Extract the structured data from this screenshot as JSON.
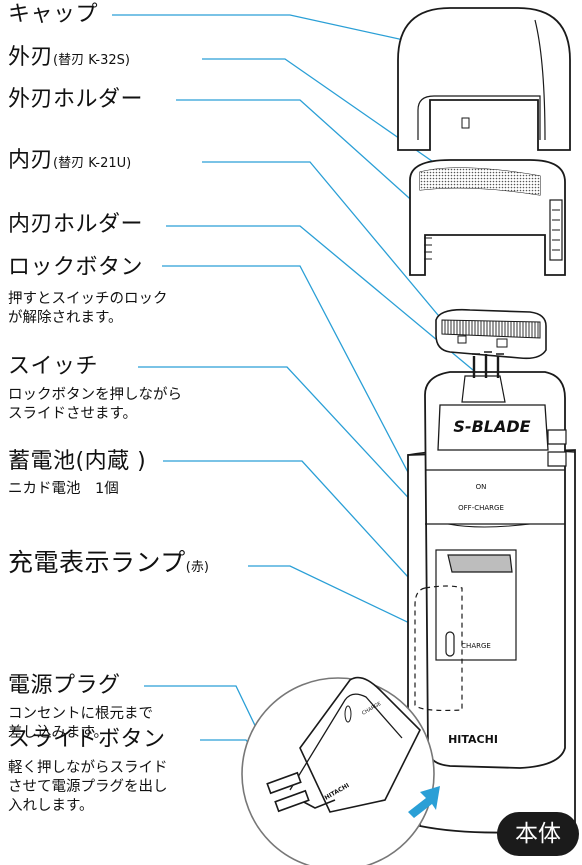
{
  "labels": {
    "cap": "キャップ",
    "outer_blade": "外刃",
    "outer_blade_note": "(替刃 K-32S)",
    "outer_holder": "外刃ホルダー",
    "inner_blade": "内刃",
    "inner_blade_note": "(替刃 K-21U)",
    "inner_holder": "内刃ホルダー",
    "lock_button": "ロックボタン",
    "lock_desc": [
      "押すとスイッチのロック",
      "が解除されます。"
    ],
    "switch": "スイッチ",
    "switch_desc": [
      "ロックボタンを押しながら",
      "スライドさせます。"
    ],
    "battery": "蓄電池(内蔵 )",
    "battery_desc": [
      "ニカド電池　1個"
    ],
    "charge_lamp": "充電表示ランプ",
    "charge_lamp_note": "(赤)",
    "plug": "電源プラグ",
    "plug_desc": [
      "コンセントに根元まで",
      "差し込みます。"
    ],
    "slide_button": "スライドボタン",
    "slide_desc": [
      "軽く押しながらスライド",
      "させて電源プラグを出し",
      "入れします。"
    ]
  },
  "device": {
    "brand_logo": "S-BLADE",
    "switch_on": "ON",
    "switch_off": "OFF-CHARGE",
    "charge_text": "CHARGE",
    "maker": "HITACHI",
    "inset_charge": "CHARGE",
    "inset_maker": "HITACHI"
  },
  "badge": "本体",
  "colors": {
    "leader": "#2a9fd6",
    "arrow": "#2a9fd6",
    "ink": "#1a1a1a"
  }
}
